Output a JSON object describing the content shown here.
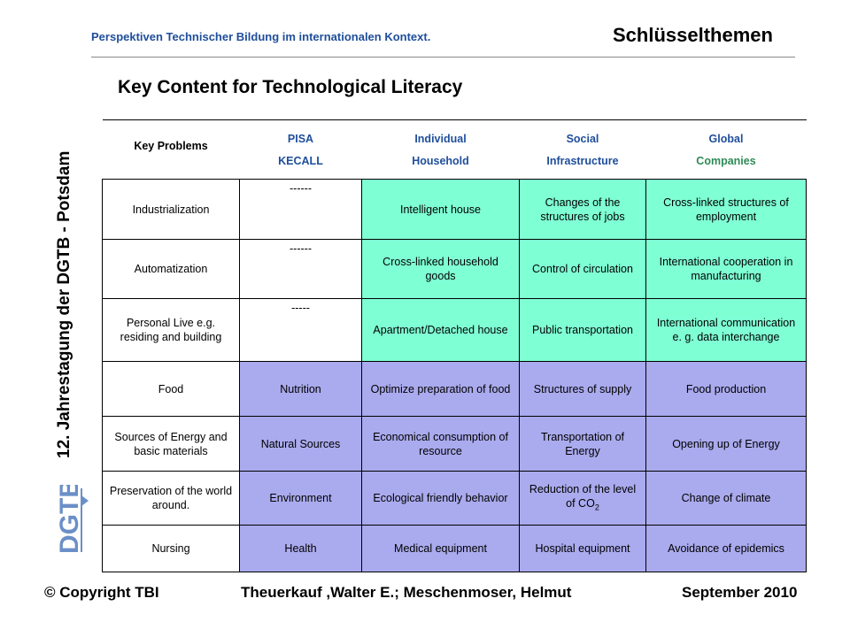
{
  "header": {
    "subtitle": "Perspektiven Technischer Bildung im internationalen Kontext.",
    "topic": "Schlüsselthemen",
    "main_title": "Key Content for Technological Literacy"
  },
  "sidebar": {
    "vertical_text": "12. Jahrestagung der DGTB - Potsdam",
    "logo_text": "DGTB"
  },
  "table": {
    "headers": [
      {
        "line1": "Key Problems",
        "line2": ""
      },
      {
        "line1": "PISA",
        "line2": "KECALL"
      },
      {
        "line1": "Individual",
        "line2": "Household"
      },
      {
        "line1": "Social",
        "line2": "Infrastructure"
      },
      {
        "line1": "Global",
        "line2": "Companies"
      }
    ],
    "rows": [
      {
        "problem": "Industrialization",
        "pisa": "------",
        "individual": "Intelligent house",
        "social": "Changes of the structures of jobs",
        "global": "Cross-linked structures of employment"
      },
      {
        "problem": "Automatization",
        "pisa": "------",
        "individual": "Cross-linked  household goods",
        "social": "Control of circulation",
        "global": "International  cooperation in manufacturing"
      },
      {
        "problem": "Personal Live e.g. residing  and building",
        "pisa": "-----",
        "individual": "Apartment/Detached house",
        "social": "Public transportation",
        "global": "International communication e. g. data interchange"
      },
      {
        "problem": "Food",
        "pisa": "Nutrition",
        "individual": "Optimize preparation of food",
        "social": "Structures of supply",
        "global": "Food production"
      },
      {
        "problem": "Sources of Energy and basic materials",
        "pisa": "Natural Sources",
        "individual": "Economical consumption of resource",
        "social": "Transportation of Energy",
        "global": "Opening up of Energy"
      },
      {
        "problem": "Preservation of the world around.",
        "pisa": "Environment",
        "individual": "Ecological friendly behavior",
        "social_main": "Reduction of the level of CO",
        "social_sub": "2",
        "global": "Change of climate"
      },
      {
        "problem": "Nursing",
        "pisa": "Health",
        "individual": "Medical equipment",
        "social": "Hospital equipment",
        "global": "Avoidance of epidemics"
      }
    ]
  },
  "footer": {
    "copyright": "© Copyright TBI",
    "authors": "Theuerkauf ,Walter E.; Meschenmoser, Helmut",
    "date": "September 2010"
  },
  "colors": {
    "teal": "#7fffd4",
    "lavender": "#aaaaee",
    "blue_text": "#1f4e9b",
    "green_text": "#2e8b57",
    "logo_blue": "#6b8fc7"
  }
}
